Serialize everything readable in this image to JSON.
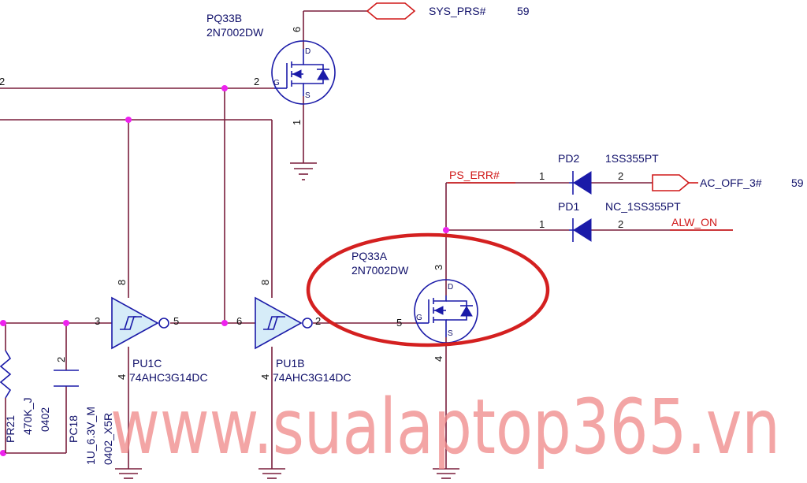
{
  "components": {
    "pq33b": {
      "ref": "PQ33B",
      "value": "2N7002DW",
      "pin_drain": "6",
      "pin_gate": "2",
      "pin_source": "1"
    },
    "pq33a": {
      "ref": "PQ33A",
      "value": "2N7002DW",
      "pin_drain": "3",
      "pin_gate": "5",
      "pin_source": "4"
    },
    "pd2": {
      "ref": "PD2",
      "value": "1SS355PT",
      "pin_anode": "1",
      "pin_cathode": "2"
    },
    "pd1": {
      "ref": "PD1",
      "value": "NC_1SS355PT",
      "pin_anode": "1",
      "pin_cathode": "2"
    },
    "pu1c": {
      "ref": "PU1C",
      "value": "74AHC3G14DC",
      "pin_in": "3",
      "pin_out": "5",
      "pin_vcc": "8",
      "pin_gnd": "4"
    },
    "pu1b": {
      "ref": "PU1B",
      "value": "74AHC3G14DC",
      "pin_in": "6",
      "pin_out": "2",
      "pin_vcc": "8",
      "pin_gnd": "4"
    },
    "pr21": {
      "ref": "PR21",
      "value": "470K_J",
      "package": "0402"
    },
    "pc18": {
      "ref": "PC18",
      "value": "1U_6.3V_M",
      "package": "0402_X5R",
      "pin_top": "2"
    }
  },
  "mos_letters": {
    "drain": "D",
    "gate": "G",
    "source": "S"
  },
  "left_wire_pin": "2",
  "nets": {
    "sys_prs": {
      "name": "SYS_PRS#",
      "page": "59"
    },
    "ps_err": {
      "name": "PS_ERR#"
    },
    "ac_off": {
      "name": "AC_OFF_3#",
      "page": "59"
    },
    "alw_on": {
      "name": "ALW_ON"
    }
  },
  "watermark": "www.sualaptop365.vn",
  "colors": {
    "wire": "#7a1e3c",
    "symbol": "#1a1aa8",
    "net_label": "#d01818",
    "junction": "#ee22ee",
    "highlight": "#d42020",
    "watermark": "#f08c8c"
  }
}
